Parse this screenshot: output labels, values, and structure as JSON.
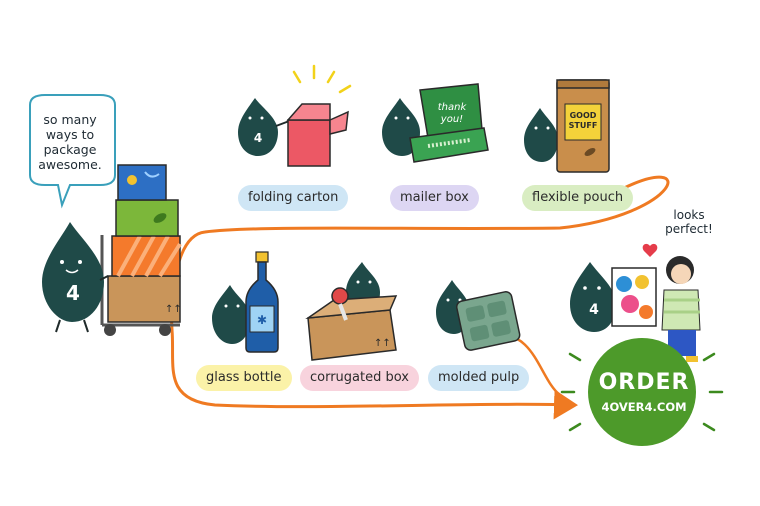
{
  "speech_bubble": {
    "text": "so many\nways to\npackage\nawesome."
  },
  "mascot_number": "4",
  "packages": [
    {
      "label": "folding carton",
      "color": "#cfe6f5"
    },
    {
      "label": "mailer box",
      "color": "#ddd6f3"
    },
    {
      "label": "flexible pouch",
      "color": "#d9edc2"
    },
    {
      "label": "glass bottle",
      "color": "#fbf2a8"
    },
    {
      "label": "corrugated box",
      "color": "#f8d3dd"
    },
    {
      "label": "molded pulp",
      "color": "#cfe6f5"
    }
  ],
  "mailer_inside_text": "thank\nyou!",
  "pouch_text": "GOOD\nSTUFF",
  "customer_note": "looks\nperfect!",
  "cta": {
    "title": "ORDER",
    "url": "4OVER4.COM",
    "color": "#4d9a2a"
  },
  "path_color": "#ef7a22",
  "mascot_color": "#1f4a48"
}
